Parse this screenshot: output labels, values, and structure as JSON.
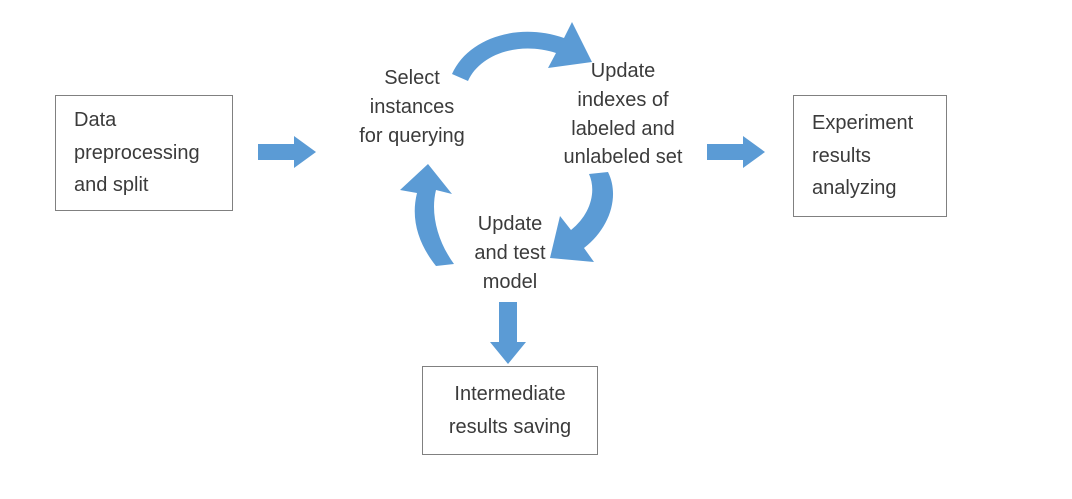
{
  "diagram": {
    "type": "flow-diagram",
    "title_visible": false,
    "background_color": "#ffffff",
    "arrow_color": "#5b9bd5",
    "box_border_color": "#808080",
    "text_color": "#3b3b3b",
    "boxes": [
      {
        "id": "data-preprocessing",
        "lines": [
          "Data",
          "preprocessing",
          "and split"
        ],
        "align": "left"
      },
      {
        "id": "experiment-results",
        "lines": [
          "Experiment",
          "results",
          "analyzing"
        ],
        "align": "left"
      },
      {
        "id": "intermediate-results",
        "lines": [
          "Intermediate",
          "results saving"
        ],
        "align": "center"
      }
    ],
    "cycle_nodes": [
      {
        "id": "select-instances",
        "lines": [
          "Select",
          "instances",
          "for querying"
        ]
      },
      {
        "id": "update-indexes",
        "lines": [
          "Update",
          "indexes of",
          "labeled and",
          "unlabeled set"
        ]
      },
      {
        "id": "update-test-model",
        "lines": [
          "Update",
          "and test",
          "model"
        ]
      }
    ],
    "arrows": [
      {
        "id": "arrow-data-to-select",
        "shape": "straight-right",
        "from": "data-preprocessing",
        "to": "select-instances"
      },
      {
        "id": "arrow-select-to-update-indexes",
        "shape": "curved-clockwise-top",
        "from": "select-instances",
        "to": "update-indexes"
      },
      {
        "id": "arrow-update-indexes-to-model",
        "shape": "curved-clockwise-right",
        "from": "update-indexes",
        "to": "update-test-model"
      },
      {
        "id": "arrow-model-to-select",
        "shape": "curved-clockwise-left",
        "from": "update-test-model",
        "to": "select-instances"
      },
      {
        "id": "arrow-indexes-to-experiment",
        "shape": "straight-right",
        "from": "update-indexes",
        "to": "experiment-results"
      },
      {
        "id": "arrow-model-to-intermediate",
        "shape": "straight-down",
        "from": "update-test-model",
        "to": "intermediate-results"
      }
    ]
  }
}
